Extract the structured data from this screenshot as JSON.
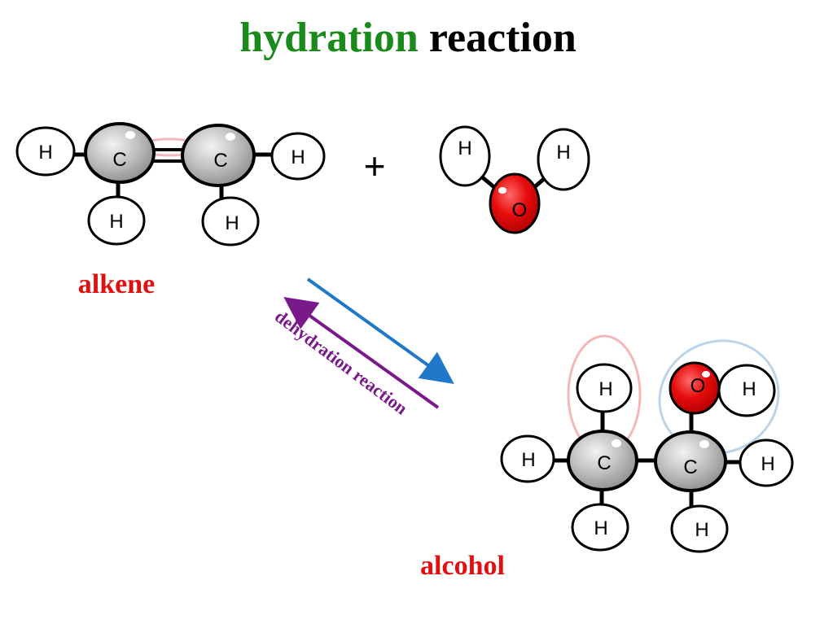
{
  "title": {
    "part1": "hydration",
    "part2": "reaction"
  },
  "labels": {
    "alkene": "alkene",
    "alcohol": "alcohol",
    "dehydration": "dehydration reaction",
    "plus": "+"
  },
  "atoms": {
    "hydrogen": "H",
    "carbon": "C",
    "oxygen": "O"
  },
  "colors": {
    "title_green": "#1a8a1a",
    "label_red": "#e01010",
    "oxygen_red": "#e01010",
    "carbon_gray": "#b8b8b8",
    "forward_arrow": "#1f78c8",
    "reverse_arrow": "#7a1a8a",
    "highlight_pink": "#f4b8b8",
    "highlight_blue": "#bcd4ea"
  }
}
